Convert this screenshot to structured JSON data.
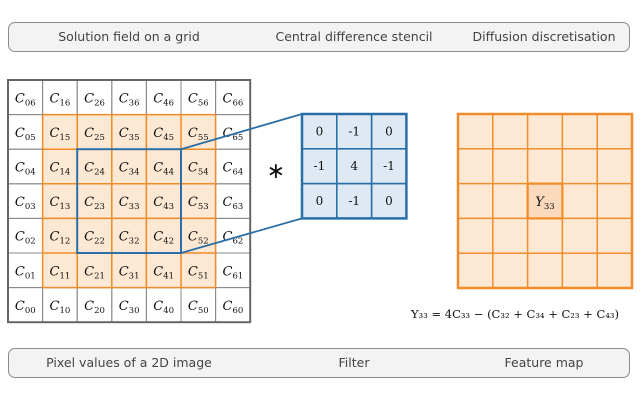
{
  "top_bar": {
    "left": "Solution field on a grid",
    "center": "Central difference stencil",
    "right": "Diffusion discretisation"
  },
  "bottom_bar": {
    "left": "Pixel values of a 2D image",
    "center": "Filter",
    "right": "Feature map"
  },
  "grid": {
    "rows": [
      [
        "06",
        "16",
        "26",
        "36",
        "46",
        "56",
        "66"
      ],
      [
        "05",
        "15",
        "25",
        "35",
        "45",
        "55",
        "65"
      ],
      [
        "04",
        "14",
        "24",
        "34",
        "44",
        "54",
        "64"
      ],
      [
        "03",
        "13",
        "23",
        "33",
        "43",
        "53",
        "63"
      ],
      [
        "02",
        "12",
        "22",
        "32",
        "42",
        "52",
        "62"
      ],
      [
        "01",
        "11",
        "21",
        "31",
        "41",
        "51",
        "61"
      ],
      [
        "00",
        "10",
        "20",
        "30",
        "40",
        "50",
        "60"
      ]
    ],
    "symbol": "C"
  },
  "operator": "∗",
  "kernel": [
    [
      "0",
      "-1",
      "0"
    ],
    [
      "-1",
      "4",
      "-1"
    ],
    [
      "0",
      "-1",
      "0"
    ]
  ],
  "output": {
    "symbol": "Y",
    "index": "33"
  },
  "equation": "Y₃₃ = 4C₃₃ − (C₃₂ + C₃₄ + C₂₃ + C₄₃)",
  "colors": {
    "orange": "#f08c2a",
    "orange_fill": "#fde8d4",
    "blue": "#2a6fa8",
    "blue_fill": "#dfe9f4"
  }
}
